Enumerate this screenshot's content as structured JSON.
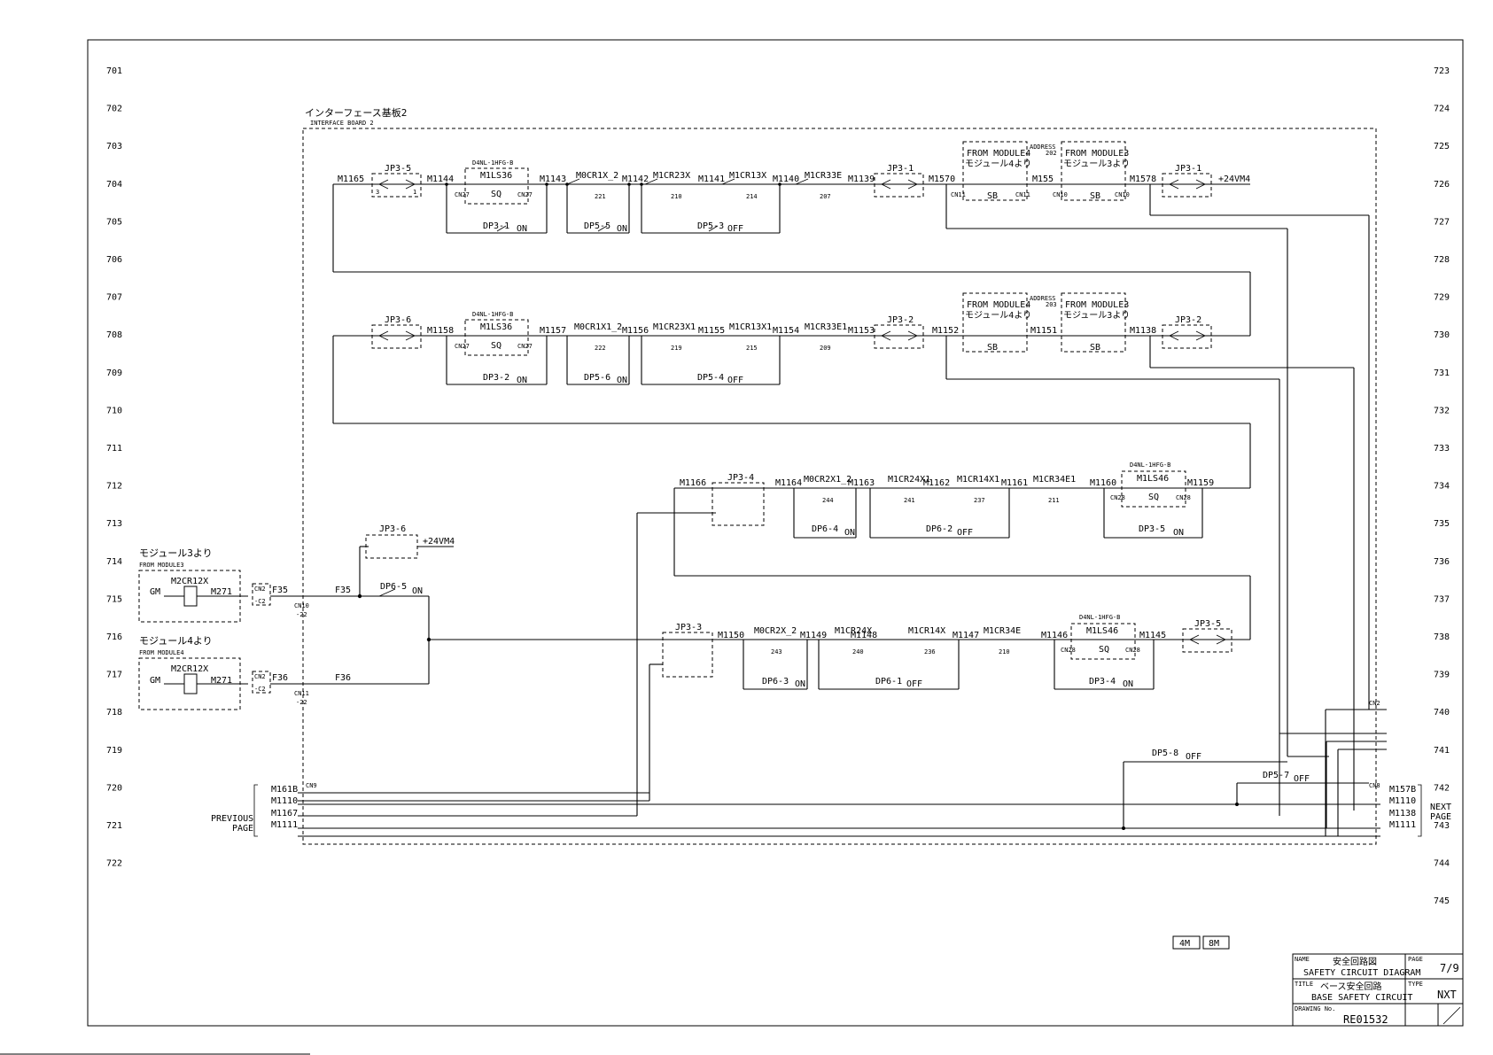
{
  "rows_left": [
    "701",
    "702",
    "703",
    "704",
    "705",
    "706",
    "707",
    "708",
    "709",
    "710",
    "711",
    "712",
    "713",
    "714",
    "715",
    "716",
    "717",
    "718",
    "719",
    "720",
    "721",
    "722"
  ],
  "rows_right": [
    "723",
    "724",
    "725",
    "726",
    "727",
    "728",
    "729",
    "730",
    "731",
    "732",
    "733",
    "734",
    "735",
    "736",
    "737",
    "738",
    "739",
    "740",
    "741",
    "742",
    "743",
    "744",
    "745"
  ],
  "board": {
    "title_jp": "インターフェース基板2",
    "title_en": "INTERFACE BOARD 2"
  },
  "line1": {
    "wires": [
      "M1165",
      "M1144",
      "M1143",
      "M1142",
      "M1141",
      "M1140",
      "M1139",
      "M1570",
      "M155",
      "M1578",
      "+24VM4"
    ],
    "jp_left": "JP3-5",
    "jp_mid": "JP3-1",
    "jp_right": "JP3-1",
    "d4": "D4NL-1HFG-B",
    "ls": "M1LS36",
    "sq": "SQ",
    "cn_a": "CN27",
    "cn_b": "CN27",
    "relays": [
      "M0CR1X_2",
      "M1CR23X",
      "M1CR13X",
      "M1CR33E"
    ],
    "relay_nums": [
      "221",
      "210",
      "214",
      "207"
    ],
    "dips": [
      {
        "n": "DP3-1",
        "s": "ON"
      },
      {
        "n": "DP5-5",
        "s": "ON"
      },
      {
        "n": "DP5-3",
        "s": "OFF"
      }
    ],
    "from4": "FROM MODULE4",
    "from4_jp": "モジュール4より",
    "from3": "FROM MODULE3",
    "from3_jp": "モジュール3より",
    "address": "ADDRESS",
    "addr_num": "202",
    "sb": "SB",
    "cn_right": [
      "CN11",
      "CN11",
      "CN10",
      "CN10"
    ]
  },
  "line2": {
    "wires": [
      "M1158",
      "M1157",
      "M1156",
      "M1155",
      "M1154",
      "M1153",
      "M1152",
      "M1151",
      "M1138"
    ],
    "jp_left": "JP3-6",
    "jp_mid": "JP3-2",
    "jp_right": "JP3-2",
    "d4": "D4NL-1HFG-B",
    "ls": "M1LS36",
    "sq": "SQ",
    "cn_a": "CN27",
    "cn_b": "CN27",
    "relays": [
      "M0CR1X1_2",
      "M1CR23X1",
      "M1CR13X1",
      "M1CR33E1"
    ],
    "relay_nums": [
      "222",
      "219",
      "215",
      "209"
    ],
    "dips": [
      {
        "n": "DP3-2",
        "s": "ON"
      },
      {
        "n": "DP5-6",
        "s": "ON"
      },
      {
        "n": "DP5-4",
        "s": "OFF"
      }
    ],
    "addr_num": "203"
  },
  "line3": {
    "wires": [
      "M1166",
      "M1164",
      "M1163",
      "M1162",
      "M1161",
      "M1160",
      "M1159"
    ],
    "jp": "JP3-4",
    "d4": "D4NL-1HFG-B",
    "ls": "M1LS46",
    "sq": "SQ",
    "cn": "CN28",
    "relays": [
      "M0CR2X1_2",
      "M1CR24X1",
      "M1CR14X1",
      "M1CR34E1"
    ],
    "relay_nums": [
      "244",
      "241",
      "237",
      "211"
    ],
    "dips": [
      {
        "n": "DP6-4",
        "s": "ON"
      },
      {
        "n": "DP6-2",
        "s": "OFF"
      },
      {
        "n": "DP3-5",
        "s": "ON"
      }
    ]
  },
  "line4": {
    "wires": [
      "M1150",
      "M1149",
      "M1148",
      "M1147",
      "M1146",
      "M1145"
    ],
    "jp": "JP3-3",
    "jp_right": "JP3-5",
    "d4": "D4NL-1HFG-B",
    "ls": "M1LS46",
    "sq": "SQ",
    "cn": "CN28",
    "relays": [
      "M0CR2X_2",
      "M1CR24X",
      "M1CR14X",
      "M1CR34E"
    ],
    "relay_nums": [
      "243",
      "240",
      "236",
      "210"
    ],
    "dips": [
      {
        "n": "DP6-3",
        "s": "ON"
      },
      {
        "n": "DP6-1",
        "s": "OFF"
      },
      {
        "n": "DP3-4",
        "s": "ON"
      }
    ]
  },
  "left": {
    "mod3_jp": "モジュール3より",
    "mod3_en": "FROM MODULE3",
    "mod4_jp": "モジュール4より",
    "mod4_en": "FROM MODULE4",
    "gm": "GM",
    "relay": "M2CR12X",
    "m271": "M271",
    "cn2": "CN2",
    "c2": "-C2",
    "f35": "F35",
    "f36": "F36",
    "cn10": "CN10",
    "cn11": "CN11",
    "pin22": "-22",
    "jp36": "JP3-6",
    "v24": "+24VM4",
    "dp65": "DP6-5",
    "on": "ON"
  },
  "prev": {
    "label1": "PREVIOUS",
    "label2": "PAGE",
    "cn": "CN9",
    "wires": [
      "M161B",
      "M1110",
      "M1167",
      "M1111"
    ]
  },
  "next": {
    "label1": "NEXT",
    "label2": "PAGE",
    "cn2": "CN2",
    "cn8": "CN8",
    "wires": [
      "M157B",
      "M1110",
      "M1138",
      "M1111"
    ]
  },
  "dp58": {
    "n": "DP5-8",
    "s": "OFF"
  },
  "dp57": {
    "n": "DP5-7",
    "s": "OFF"
  },
  "badges": [
    "4M",
    "8M"
  ],
  "title_block": {
    "name_label": "NAME",
    "name_jp": "安全回路図",
    "name_en": "SAFETY CIRCUIT DIAGRAM",
    "title_label": "TITLE",
    "title_jp": "ベース安全回路",
    "title_en": "BASE SAFETY CIRCUIT",
    "drawing_label": "DRAWING No.",
    "drawing_no": "RE01532",
    "page_label": "PAGE",
    "page": "7/9",
    "type_label": "TYPE",
    "type": "NXT"
  }
}
